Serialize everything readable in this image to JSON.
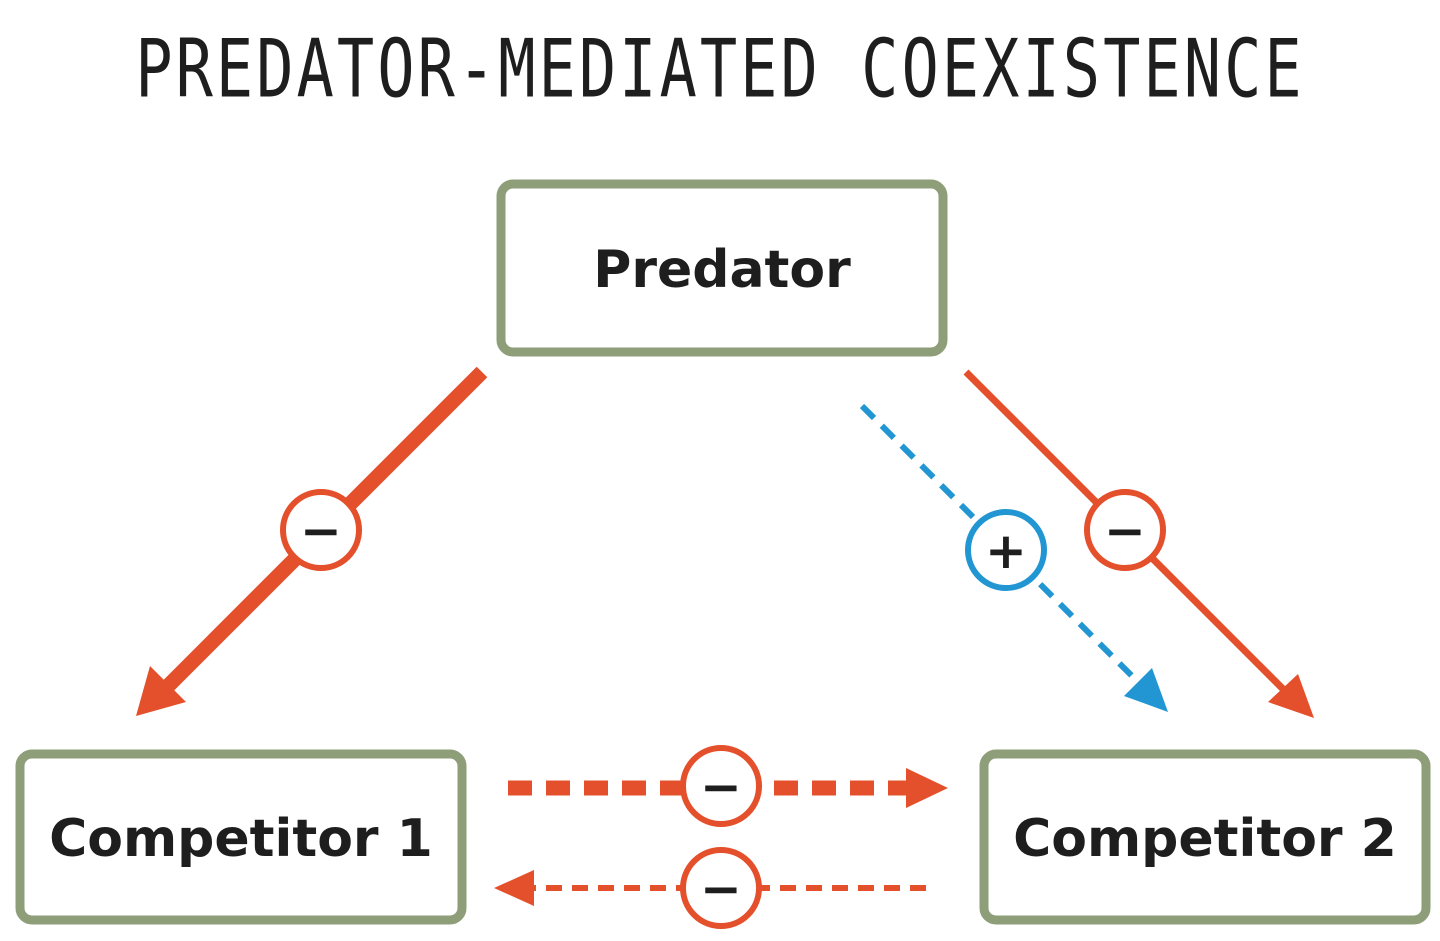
{
  "title": "PREDATOR-MEDIATED COEXISTENCE",
  "colors": {
    "box_border": "#8e9e78",
    "negative": "#e4502b",
    "positive": "#2196d3",
    "text": "#1e1e1e"
  },
  "nodes": {
    "predator": "Predator",
    "competitor1": "Competitor 1",
    "competitor2": "Competitor 2"
  },
  "interactions": {
    "predator_to_competitor1": "−",
    "predator_to_competitor2": "−",
    "predator_indirect_to_competitor2": "+",
    "competitor1_to_competitor2": "−",
    "competitor2_to_competitor1": "−"
  }
}
